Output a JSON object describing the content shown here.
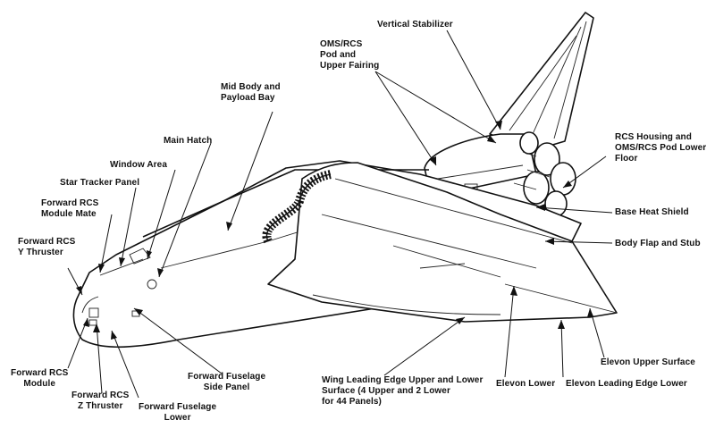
{
  "labels": {
    "vertical_stabilizer": "Vertical Stabilizer",
    "oms_rcs_pod": "OMS/RCS\nPod and\nUpper Fairing",
    "mid_body": "Mid Body and\nPayload Bay",
    "main_hatch": "Main Hatch",
    "window_area": "Window Area",
    "star_tracker": "Star Tracker Panel",
    "fwd_rcs_mate": "Forward RCS\nModule Mate",
    "fwd_rcs_y": "Forward RCS\nY Thruster",
    "rcs_housing": "RCS Housing and\nOMS/RCS Pod Lower\nFloor",
    "base_heat_shield": "Base Heat Shield",
    "body_flap": "Body Flap and Stub",
    "elevon_upper": "Elevon Upper Surface",
    "elevon_leading": "Elevon Leading Edge Lower",
    "elevon_lower": "Elevon Lower",
    "wing_leading": "Wing Leading Edge Upper and Lower\nSurface (4 Upper and 2 Lower\nfor 44 Panels)",
    "fwd_fuselage_side": "Forward Fuselage\nSide Panel",
    "fwd_fuselage_lower": "Forward Fuselage\nLower",
    "fwd_rcs_z": "Forward RCS\nZ Thruster",
    "fwd_rcs_module": "Forward RCS\nModule"
  }
}
